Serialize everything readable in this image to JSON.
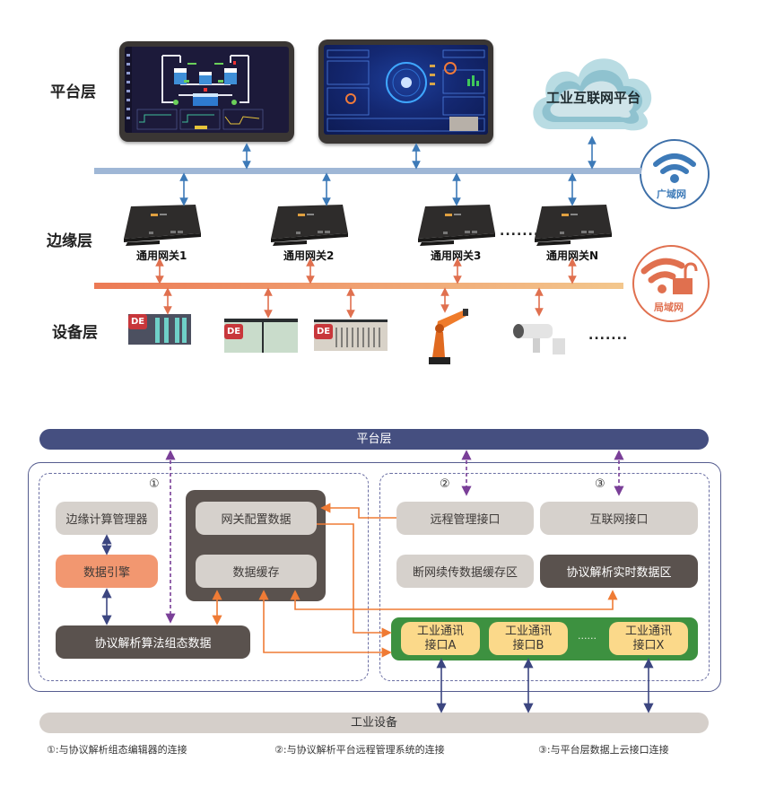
{
  "top_diagram": {
    "layers": {
      "platform": "平台层",
      "edge": "边缘层",
      "device": "设备层"
    },
    "platform_items": [
      {
        "type": "monitor",
        "name": "scada-monitor",
        "screen": "process-scada"
      },
      {
        "type": "monitor",
        "name": "dashboard-monitor",
        "screen": "data-dashboard"
      },
      {
        "type": "cloud",
        "label": "工业互联网平台"
      }
    ],
    "wan": {
      "label": "广域网",
      "icon": "wifi-icon",
      "color": "#3d7ab8"
    },
    "lan": {
      "label": "局域网",
      "icon": "wifi-unlocked-icon",
      "color": "#e0704f"
    },
    "gateways": [
      {
        "label": "通用网关1"
      },
      {
        "label": "通用网关2"
      },
      {
        "label": "通用网关3"
      },
      {
        "label": "通用网关N"
      }
    ],
    "gateway_ellipsis": ".......",
    "devices": [
      {
        "type": "plc",
        "badge": "DE"
      },
      {
        "type": "plc",
        "badge": "DE"
      },
      {
        "type": "plc",
        "badge": "DE"
      },
      {
        "type": "robot-arm"
      },
      {
        "type": "camera"
      }
    ],
    "device_ellipsis": "......."
  },
  "bottom_diagram": {
    "platform_bar": "平台层",
    "equipment_bar": "工业设备",
    "markers": [
      "①",
      "②",
      "③"
    ],
    "left_group": {
      "edge_manager": "边缘计算管理器",
      "data_engine": "数据引擎",
      "protocol_config": "协议解析算法组态数据",
      "gateway_config": "网关配置数据",
      "data_cache": "数据缓存"
    },
    "right_group": {
      "remote_mgmt": "远程管理接口",
      "internet_iface": "互联网接口",
      "offline_cache": "断网续传数据缓存区",
      "realtime_area": "协议解析实时数据区",
      "interfaces": [
        {
          "line1": "工业通讯",
          "line2": "接口A"
        },
        {
          "line1": "工业通讯",
          "line2": "接口B"
        },
        {
          "line1": "工业通讯",
          "line2": "接口X"
        }
      ],
      "interfaces_ellipsis": "......"
    },
    "notes": [
      "①:与协议解析组态编辑器的连接",
      "②:与协议解析平台远程管理系统的连接",
      "③:与平台层数据上云接口连接"
    ],
    "colors": {
      "platform_bar": "#454f80",
      "equipment_bar": "#d5cfca",
      "gray_box": "#d6d1cc",
      "dark_box": "#5a524e",
      "salmon_box": "#f29770",
      "green_panel": "#3d9140",
      "yellow_box": "#fbd98a",
      "orange_arrow": "#ef7b35",
      "purple_arrow": "#7a3f98",
      "navy_arrow": "#3c4680"
    }
  }
}
